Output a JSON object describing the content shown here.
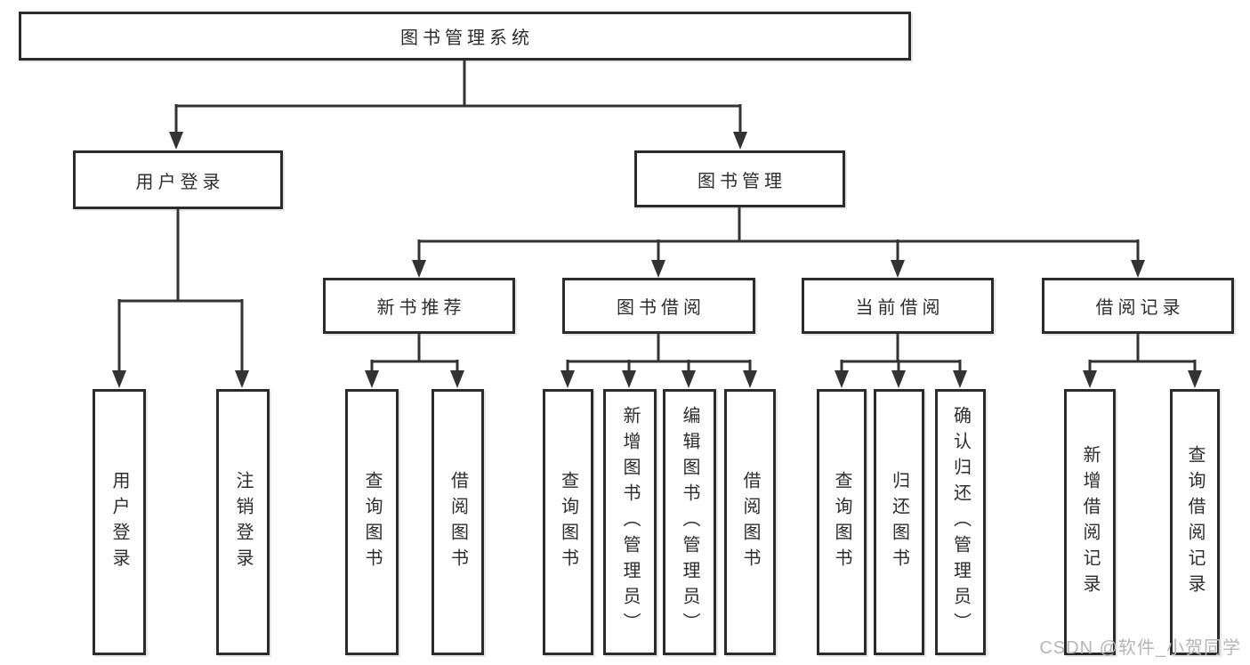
{
  "diagram": {
    "root": {
      "label": "图书管理系统"
    },
    "level2": [
      {
        "label": "用户登录"
      },
      {
        "label": "图书管理"
      }
    ],
    "level3": [
      {
        "label": "新书推荐"
      },
      {
        "label": "图书借阅"
      },
      {
        "label": "当前借阅"
      },
      {
        "label": "借阅记录"
      }
    ],
    "leaves": [
      {
        "label": "用户登录"
      },
      {
        "label": "注销登录"
      },
      {
        "label": "查询图书"
      },
      {
        "label": "借阅图书"
      },
      {
        "label": "查询图书"
      },
      {
        "label": "新增图书（管理员）"
      },
      {
        "label": "编辑图书（管理员）"
      },
      {
        "label": "借阅图书"
      },
      {
        "label": "查询图书"
      },
      {
        "label": "归还图书"
      },
      {
        "label": "确认归还（管理员）"
      },
      {
        "label": "新增借阅记录"
      },
      {
        "label": "查询借阅记录"
      }
    ]
  },
  "watermark": {
    "text": "CSDN @软件_小贺同学"
  },
  "colors": {
    "line": "#333333",
    "border": "#2b2b2b",
    "text": "#2d2d2d",
    "watermark": "#b5b5b5",
    "background": "#ffffff"
  }
}
